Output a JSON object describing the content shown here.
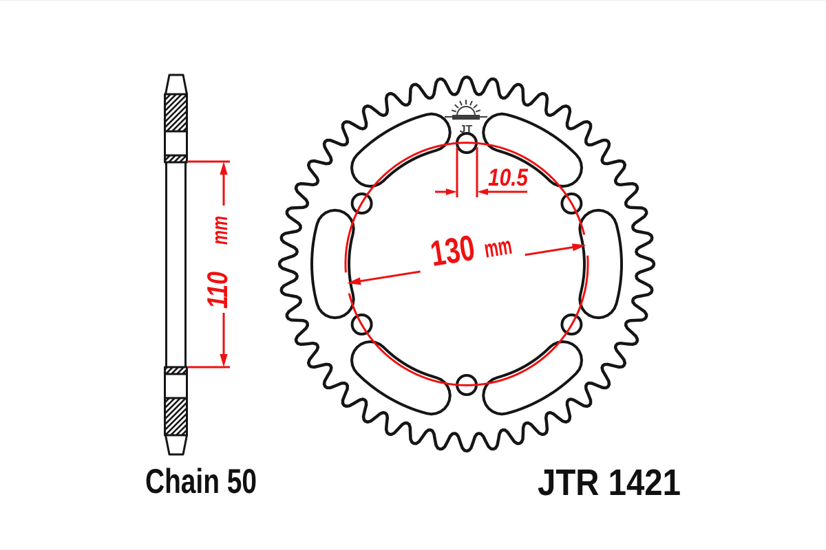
{
  "drawing": {
    "part_number": "JTR 1421",
    "chain_label": "Chain 50",
    "dim_bolt_circle": {
      "value": "130",
      "unit": "mm"
    },
    "dim_hole": {
      "value": "10.5"
    },
    "dim_height": {
      "value": "110",
      "unit": "mm"
    },
    "logo": {
      "name": "jt-sun-logo",
      "text": "JT"
    }
  },
  "colors": {
    "dimension_red": "#ee1111",
    "line_black": "#151515",
    "logo_gray": "#3d3d3d",
    "background": "#ffffff"
  }
}
